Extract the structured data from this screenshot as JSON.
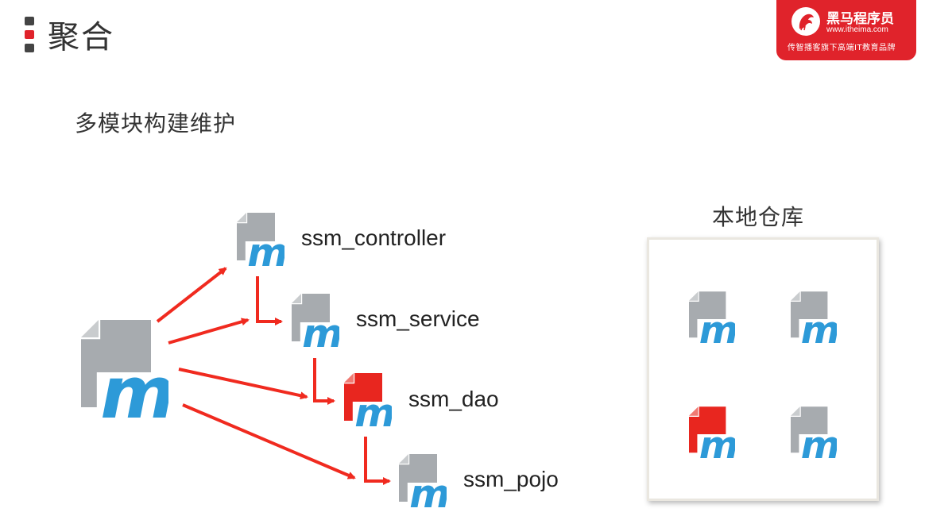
{
  "header": {
    "title": "聚合",
    "marker_colors": [
      "#444444",
      "#e0232b",
      "#444444"
    ]
  },
  "logo": {
    "name": "黑马程序员",
    "url": "www.itheima.com",
    "slogan": "传智播客旗下高端IT教育品牌",
    "bg_color": "#e0232b",
    "icon": "horse-logo-icon"
  },
  "main": {
    "subtitle": "多模块构建维护",
    "modules": [
      {
        "id": "parent",
        "label": "",
        "color": "gray",
        "icon": "maven-pom-icon"
      },
      {
        "id": "controller",
        "label": "ssm_controller",
        "color": "gray",
        "icon": "maven-pom-icon"
      },
      {
        "id": "service",
        "label": "ssm_service",
        "color": "gray",
        "icon": "maven-pom-icon"
      },
      {
        "id": "dao",
        "label": "ssm_dao",
        "color": "red",
        "icon": "maven-pom-icon"
      },
      {
        "id": "pojo",
        "label": "ssm_pojo",
        "color": "gray",
        "icon": "maven-pom-icon"
      }
    ],
    "arrow_color": "#f02a1f"
  },
  "repository": {
    "title": "本地仓库",
    "icons": [
      "gray",
      "gray",
      "red",
      "gray"
    ]
  },
  "colors": {
    "doc_gray": "#a7abaf",
    "doc_gray_fold": "#c9ccce",
    "doc_red": "#e8261f",
    "doc_red_fold": "#f07a73",
    "maven_m": "#2d9ad8"
  }
}
